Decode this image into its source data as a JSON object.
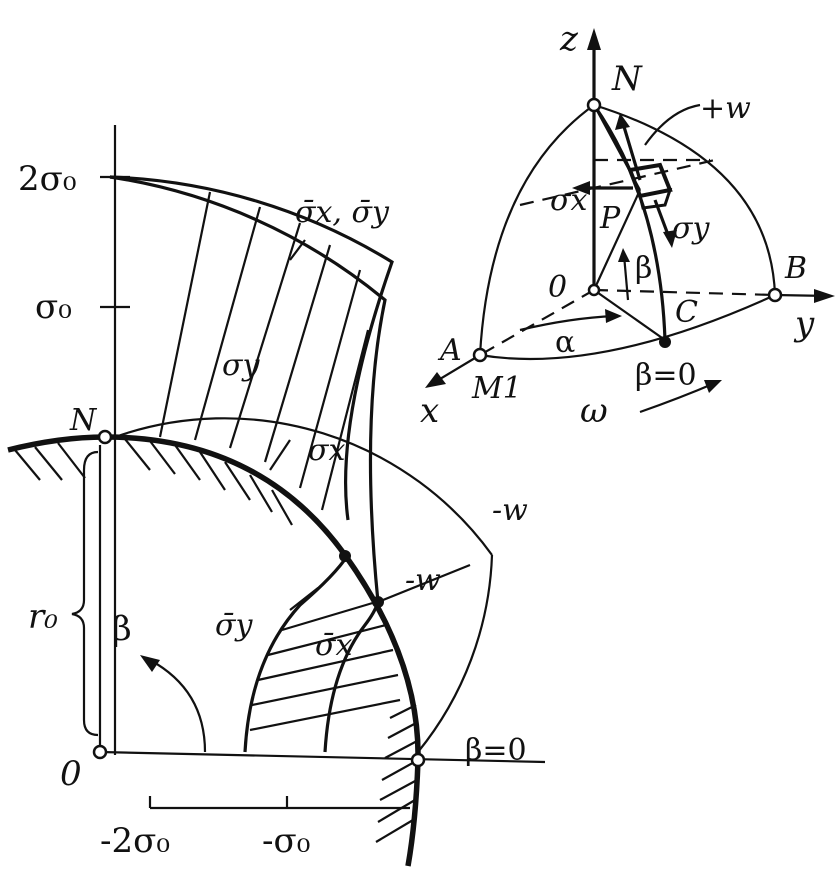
{
  "left_diagram": {
    "axis_tick_2s0": "2σ₀",
    "axis_tick_s0": "σ₀",
    "point_N": "N",
    "origin_O": "0",
    "radius_label": "r₀",
    "angle_beta": "β",
    "beta_zero": "β=0",
    "label_sigma_bar_xy": "σ̄x, σ̄y",
    "label_sigma_y": "σy",
    "label_sigma_x": "σx",
    "label_sigma_bar_y": "σ̄y",
    "label_sigma_bar_x": "σ̄x",
    "label_minus_w_outer": "-w",
    "label_minus_w_inner": "-w",
    "bottom_tick_minus_2s0": "-2σ₀",
    "bottom_tick_minus_s0": "-σ₀"
  },
  "sphere_diagram": {
    "axis_z": "z",
    "axis_y": "y",
    "axis_x": "x",
    "point_N": "N",
    "label_plus_w": "+w",
    "label_sigma_x": "σx",
    "label_sigma_y": "σy",
    "point_P": "P",
    "point_O": "0",
    "angle_beta": "β",
    "point_B": "B",
    "point_C": "C",
    "point_A": "A",
    "point_M1": "M1",
    "angle_alpha": "α",
    "beta_zero": "β=0",
    "omega": "ω"
  }
}
